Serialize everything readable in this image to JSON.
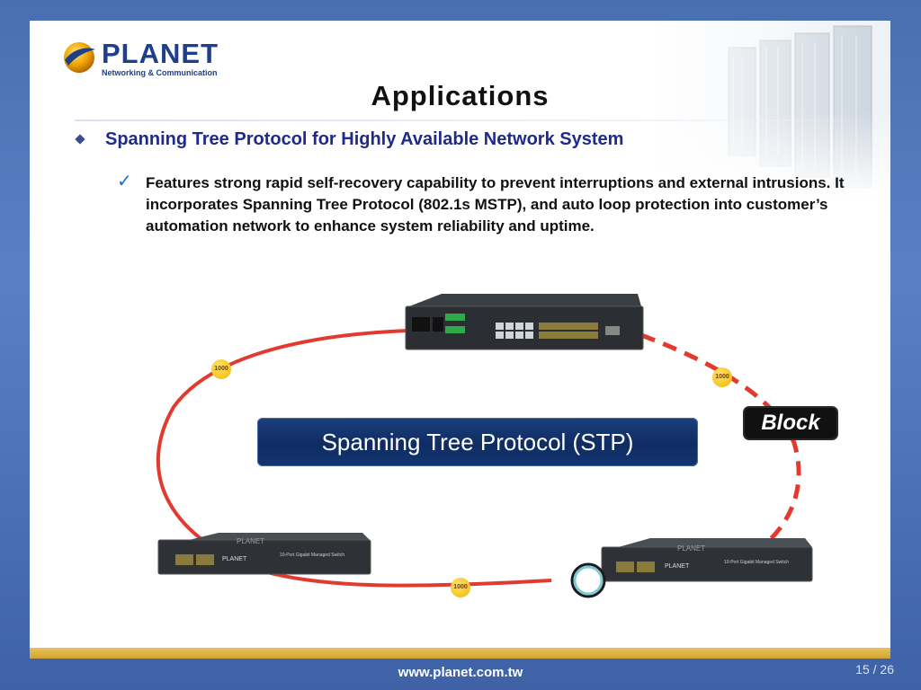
{
  "logo": {
    "word": "PLANET",
    "sub": "Networking & Communication"
  },
  "title": "Applications",
  "heading": "Spanning Tree Protocol for Highly Available Network System",
  "check_icon": "check-icon",
  "body_text": "Features strong rapid self-recovery capability to prevent interruptions and external intrusions. It incorporates Spanning Tree Protocol (802.1s MSTP), and auto loop protection into customer’s automation network to enhance system reliability and uptime.",
  "diagram": {
    "stp_label": "Spanning Tree Protocol (STP)",
    "block_label": "Block",
    "link_speed": "1000",
    "switch_brand": "PLANET",
    "switch_model": "10-Port Gigabit Managed Switch",
    "colors": {
      "ring": "#e23a2f",
      "stp_box": "#123570",
      "badge": "#f2b400"
    }
  },
  "footer": {
    "url": "www.planet.com.tw",
    "page": "15 / 26"
  },
  "colors": {
    "background": "#4a6fb0",
    "heading": "#1e2a8c",
    "gold_bar": "#d3a331"
  }
}
